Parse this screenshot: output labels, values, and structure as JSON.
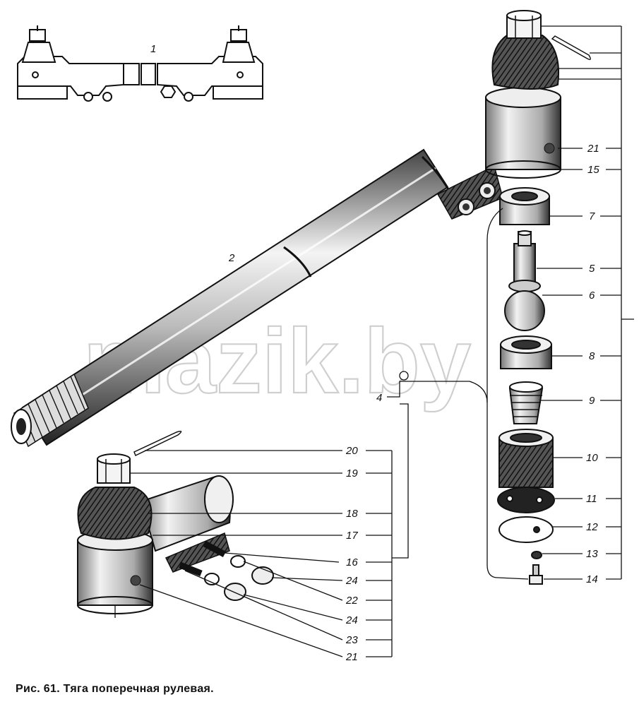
{
  "caption": "Рис. 61. Тяга поперечная рулевая.",
  "watermark": "mazik.by",
  "callouts": [
    {
      "id": "c1",
      "text": "1"
    },
    {
      "id": "c2",
      "text": "2"
    },
    {
      "id": "c4",
      "text": "4"
    },
    {
      "id": "r21a",
      "text": "21"
    },
    {
      "id": "r15",
      "text": "15"
    },
    {
      "id": "r7",
      "text": "7"
    },
    {
      "id": "r5",
      "text": "5"
    },
    {
      "id": "r6",
      "text": "6"
    },
    {
      "id": "r8",
      "text": "8"
    },
    {
      "id": "r9",
      "text": "9"
    },
    {
      "id": "r10",
      "text": "10"
    },
    {
      "id": "r11",
      "text": "11"
    },
    {
      "id": "r12",
      "text": "12"
    },
    {
      "id": "r13",
      "text": "13"
    },
    {
      "id": "r14",
      "text": "14"
    },
    {
      "id": "l20",
      "text": "20"
    },
    {
      "id": "l19",
      "text": "19"
    },
    {
      "id": "l18",
      "text": "18"
    },
    {
      "id": "l17",
      "text": "17"
    },
    {
      "id": "l16",
      "text": "16"
    },
    {
      "id": "l24a",
      "text": "24"
    },
    {
      "id": "l22",
      "text": "22"
    },
    {
      "id": "l24b",
      "text": "24"
    },
    {
      "id": "l23",
      "text": "23"
    },
    {
      "id": "l21",
      "text": "21"
    }
  ]
}
